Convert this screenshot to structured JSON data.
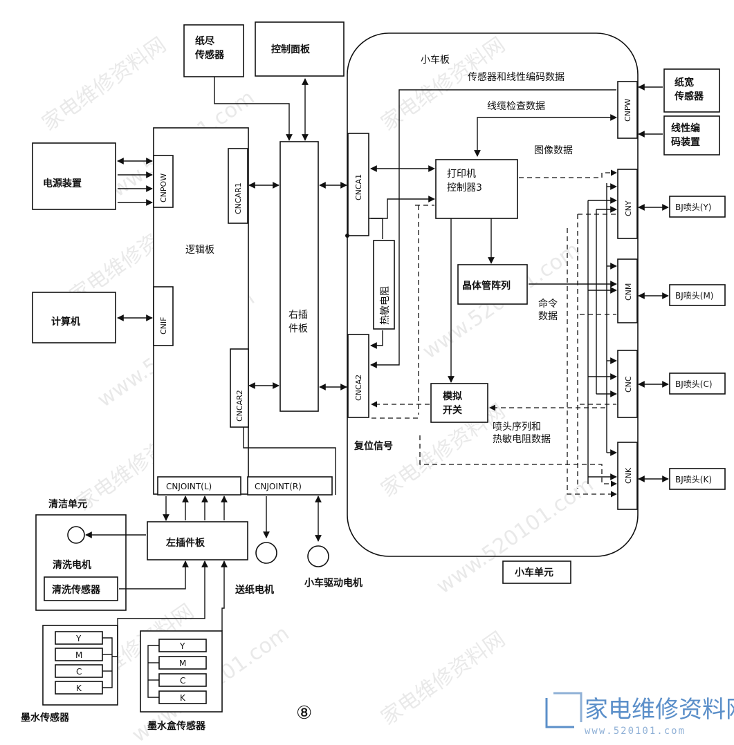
{
  "labels": {
    "paper_end_sensor": [
      "纸尽",
      "传感器"
    ],
    "control_panel": "控制面板",
    "carriage_board": "小车板",
    "sensor_encoder_data": "传感器和线性编码数据",
    "cable_check_data": "线缆检查数据",
    "image_data": "图像数据",
    "paper_width_sensor": [
      "纸宽",
      "传感器"
    ],
    "linear_encoder": [
      "线性编",
      "码装置"
    ],
    "power_supply": "电源装置",
    "computer": "计算机",
    "logic_board": "逻辑板",
    "right_relay_board": [
      "右插",
      "件板"
    ],
    "printer_controller": [
      "打印机",
      "控制器3"
    ],
    "transistor_array": "晶体管阵列",
    "thermistor": "热敏电阻",
    "analog_switch": [
      "模拟",
      "开关"
    ],
    "command_data": [
      "命令",
      "数据"
    ],
    "nozzle_thermistor_data": [
      "喷头序列和",
      "热敏电阻数据"
    ],
    "reset_signal": "复位信号",
    "head_y": "BJ喷头(Y)",
    "head_m": "BJ喷头(M)",
    "head_c": "BJ喷头(C)",
    "head_k": "BJ喷头(K)",
    "cleaning_unit": "清洁单元",
    "cleaning_motor": "清洗电机",
    "cleaning_sensor": "清洗传感器",
    "left_relay_board": "左插件板",
    "paper_feed_motor": "送纸电机",
    "carriage_motor": "小车驱动电机",
    "carriage_unit": "小车单元",
    "ink_sensor": "墨水传感器",
    "ink_tank_sensor": "墨水盒传感器",
    "figure_number": "⑧"
  },
  "connectors": {
    "cnpow": "CNPOW",
    "cnif": "CNIF",
    "cncar1": "CNCAR1",
    "cncar2": "CNCAR2",
    "cnca1": "CNCA1",
    "cnca2": "CNCA2",
    "cnpw": "CNPW",
    "cny": "CNY",
    "cnm": "CNM",
    "cnc": "CNC",
    "cnk": "CNK",
    "cnjoint_l": "CNJOINT(L)",
    "cnjoint_r": "CNJOINT(R)"
  },
  "ink_colors": [
    "Y",
    "M",
    "C",
    "K"
  ],
  "watermark": {
    "site_text": "家电维修资料网",
    "url_text": "www.520101.com",
    "logo_text": "家电维修资料网",
    "logo_url": "www.520101.com"
  },
  "colors": {
    "logo_blue": "#5b8fc9",
    "line": "#111111"
  }
}
